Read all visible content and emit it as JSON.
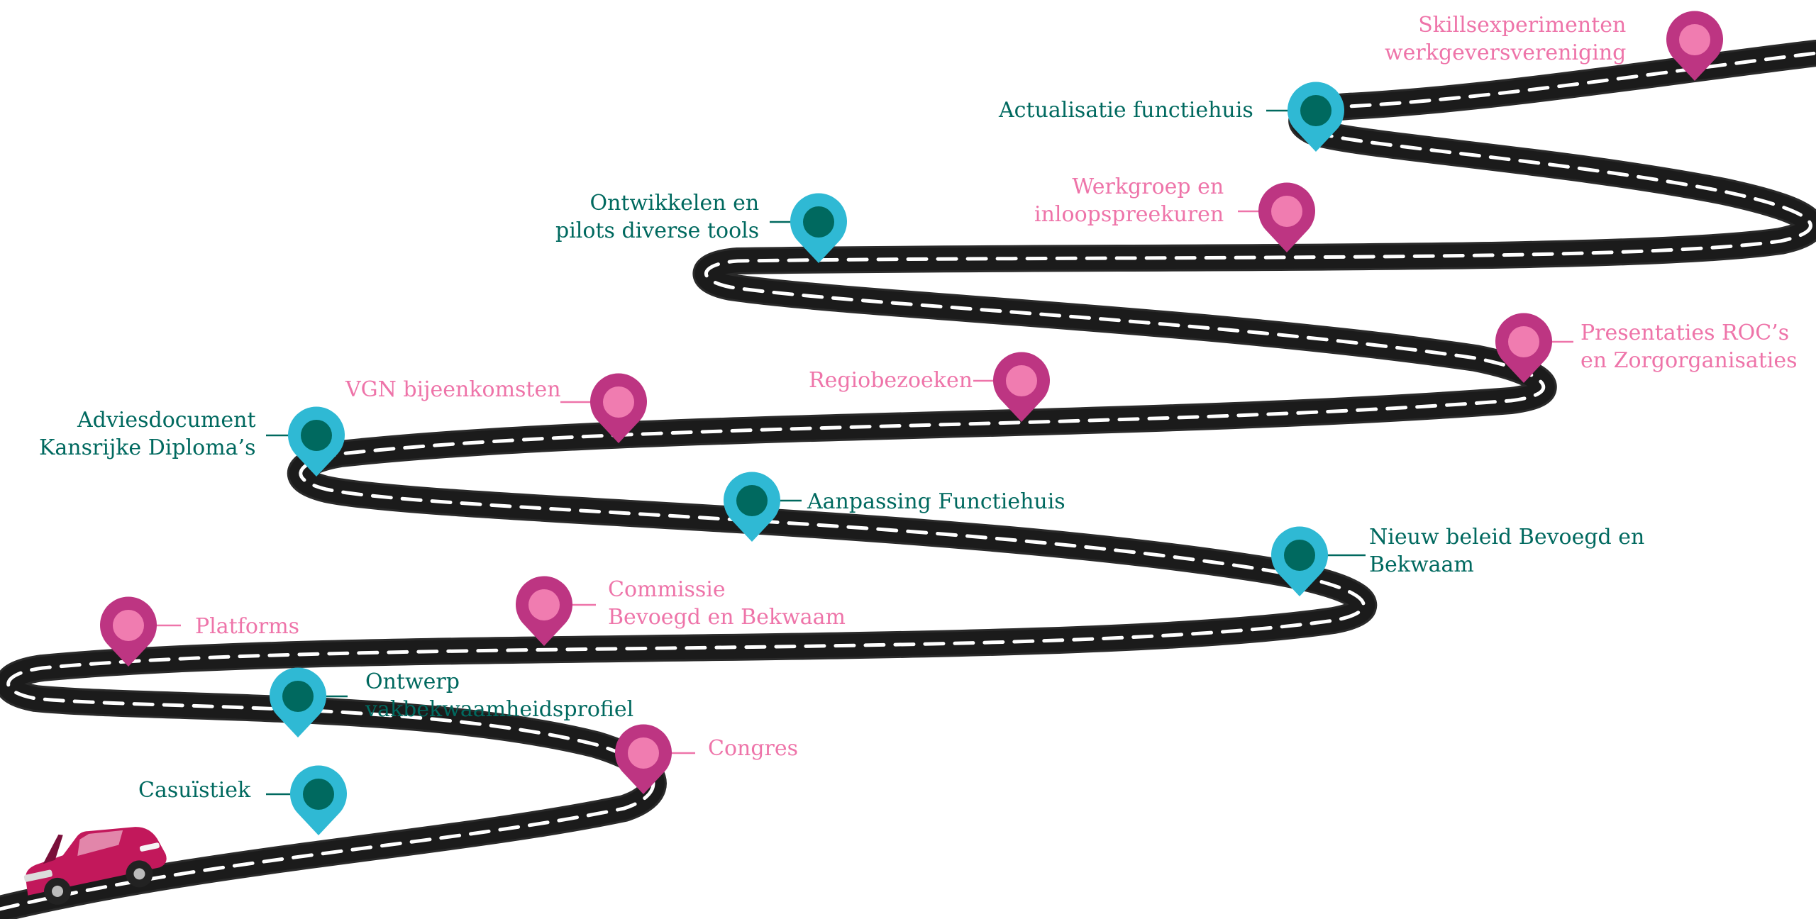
{
  "colors": {
    "road": "#1b1b1b",
    "road_dash": "#ffffff",
    "pin_teal_outer": "#2fb9d4",
    "pin_teal_inner": "#00695f",
    "pin_pink_outer": "#bd3582",
    "pin_pink_inner": "#f07cb0",
    "label_teal": "#00695f",
    "label_pink": "#ee74a9",
    "car_body": "#c2185b"
  },
  "milestones": [
    {
      "id": "casuistiek",
      "type": "teal",
      "lines": [
        "Casuïstiek"
      ]
    },
    {
      "id": "congres",
      "type": "pink",
      "lines": [
        "Congres"
      ]
    },
    {
      "id": "ontwerp",
      "type": "teal",
      "lines": [
        "Ontwerp",
        "vakbekwaamheidsprofiel"
      ]
    },
    {
      "id": "platforms",
      "type": "pink",
      "lines": [
        "Platforms"
      ]
    },
    {
      "id": "commissie",
      "type": "pink",
      "lines": [
        "Commissie",
        "Bevoegd en Bekwaam"
      ]
    },
    {
      "id": "nieuw-beleid",
      "type": "teal",
      "lines": [
        "Nieuw beleid Bevoegd en",
        "Bekwaam"
      ]
    },
    {
      "id": "aanpassing",
      "type": "teal",
      "lines": [
        "Aanpassing Functiehuis"
      ]
    },
    {
      "id": "adviesdocument",
      "type": "teal",
      "lines": [
        "Adviesdocument",
        "Kansrijke Diploma’s"
      ]
    },
    {
      "id": "vgn",
      "type": "pink",
      "lines": [
        "VGN bijeenkomsten"
      ]
    },
    {
      "id": "regiobezoeken",
      "type": "pink",
      "lines": [
        "Regiobezoeken"
      ]
    },
    {
      "id": "presentaties",
      "type": "pink",
      "lines": [
        "Presentaties ROC’s",
        "en Zorgorganisaties"
      ]
    },
    {
      "id": "ontwikkelen",
      "type": "teal",
      "lines": [
        "Ontwikkelen en",
        "pilots diverse tools"
      ]
    },
    {
      "id": "werkgroep",
      "type": "pink",
      "lines": [
        "Werkgroep en",
        "inloopspreekuren"
      ]
    },
    {
      "id": "actualisatie",
      "type": "teal",
      "lines": [
        "Actualisatie functiehuis"
      ]
    },
    {
      "id": "skills",
      "type": "pink",
      "lines": [
        "Skillsexperimenten",
        "werkgeversvereniging"
      ]
    }
  ]
}
